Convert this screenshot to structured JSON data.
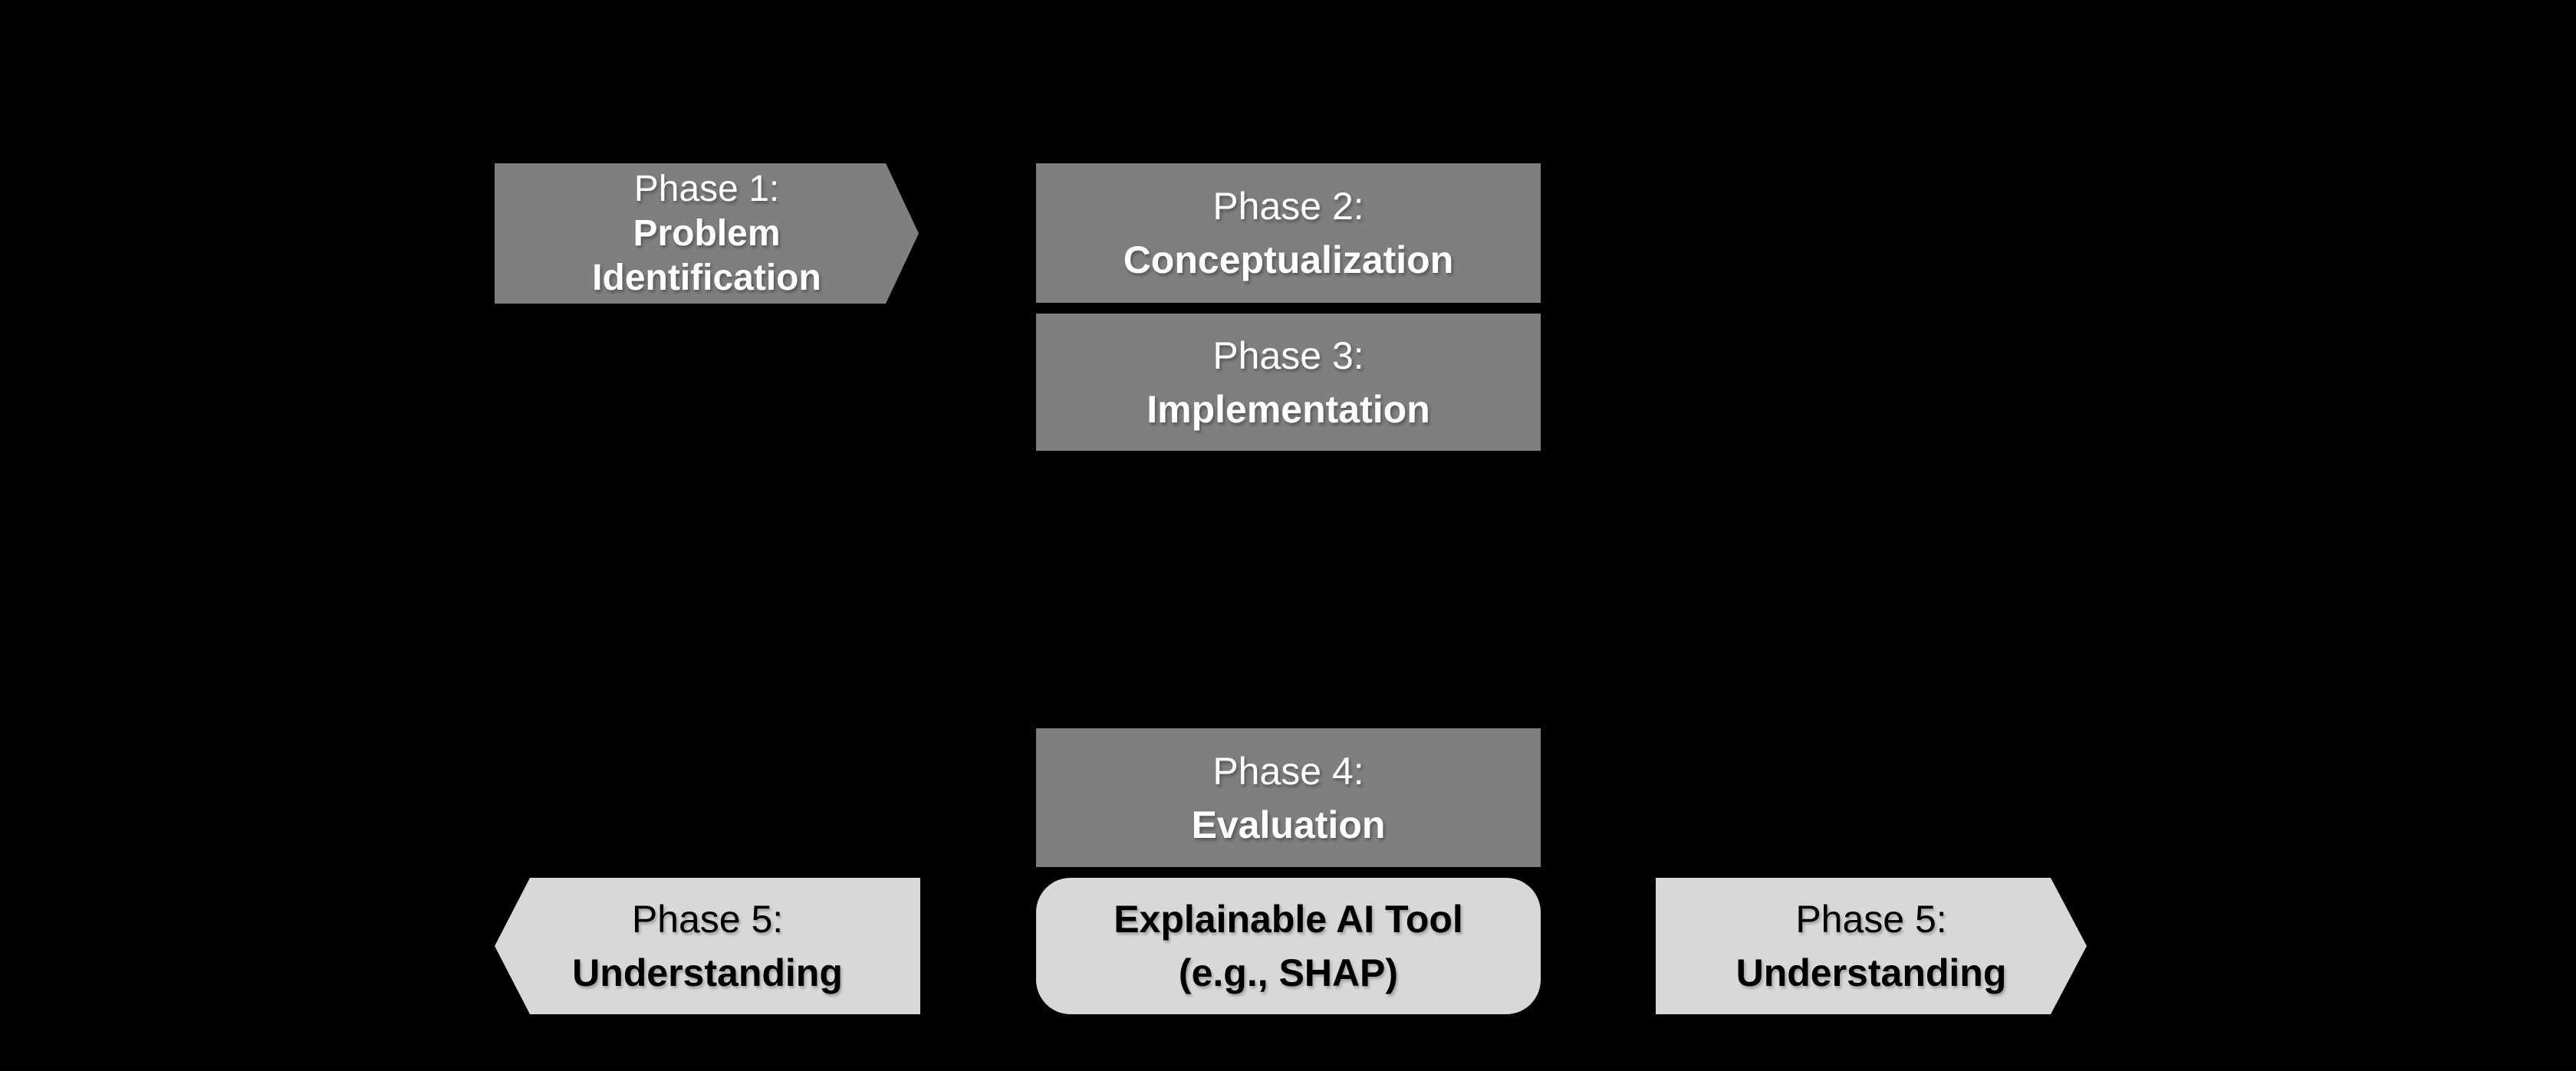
{
  "diagram": {
    "background_color": "#000000",
    "palette": {
      "phase_fill_dark": "#7f7f7f",
      "phase_fill_light": "#d8d8d8",
      "text_on_dark": "#ffffff",
      "text_on_light": "#000000"
    },
    "nodes": {
      "phase1": {
        "shape": "chevron-right",
        "fill": "#7f7f7f",
        "lines": [
          "Phase 1:",
          "Problem",
          "Identification"
        ]
      },
      "phase2": {
        "shape": "rectangle",
        "fill": "#7f7f7f",
        "lines": [
          "Phase 2:",
          "Conceptualization"
        ]
      },
      "phase3": {
        "shape": "rectangle",
        "fill": "#7f7f7f",
        "lines": [
          "Phase 3:",
          "Implementation"
        ]
      },
      "phase4": {
        "shape": "rectangle",
        "fill": "#7f7f7f",
        "lines": [
          "Phase 4:",
          "Evaluation"
        ]
      },
      "xai_tool": {
        "shape": "rounded-rectangle",
        "fill": "#d8d8d8",
        "lines": [
          "Explainable AI Tool",
          "(e.g., SHAP)"
        ]
      },
      "phase5_left": {
        "shape": "chevron-left",
        "fill": "#d8d8d8",
        "lines": [
          "Phase 5:",
          "Understanding"
        ]
      },
      "phase5_right": {
        "shape": "chevron-right",
        "fill": "#d8d8d8",
        "lines": [
          "Phase 5:",
          "Understanding"
        ]
      }
    }
  }
}
